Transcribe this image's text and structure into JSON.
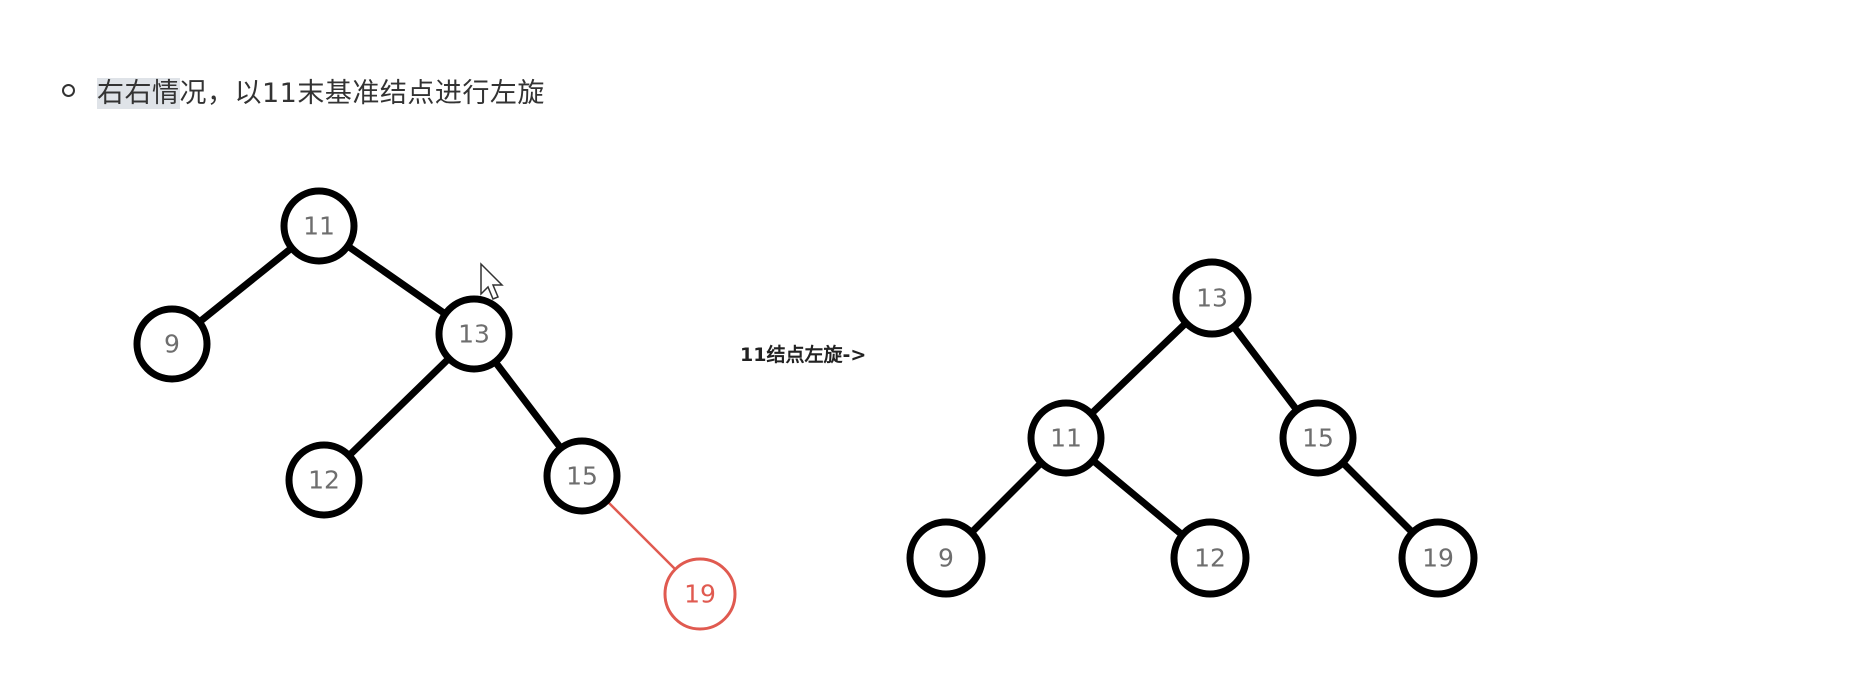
{
  "heading": {
    "highlighted": "右右情",
    "rest": "况，以11末基准结点进行左旋"
  },
  "caption": "11结点左旋->",
  "colors": {
    "edge": "#000000",
    "highlight_node": "#e05a50",
    "text": "#333333"
  },
  "before_tree": {
    "nodes": [
      {
        "id": "n11",
        "label": "11"
      },
      {
        "id": "n9",
        "label": "9"
      },
      {
        "id": "n13",
        "label": "13"
      },
      {
        "id": "n12",
        "label": "12"
      },
      {
        "id": "n15",
        "label": "15"
      },
      {
        "id": "n19",
        "label": "19",
        "highlighted": true
      }
    ]
  },
  "after_tree": {
    "nodes": [
      {
        "id": "m13",
        "label": "13"
      },
      {
        "id": "m11",
        "label": "11"
      },
      {
        "id": "m15",
        "label": "15"
      },
      {
        "id": "m9",
        "label": "9"
      },
      {
        "id": "m12",
        "label": "12"
      },
      {
        "id": "m19",
        "label": "19"
      }
    ]
  }
}
